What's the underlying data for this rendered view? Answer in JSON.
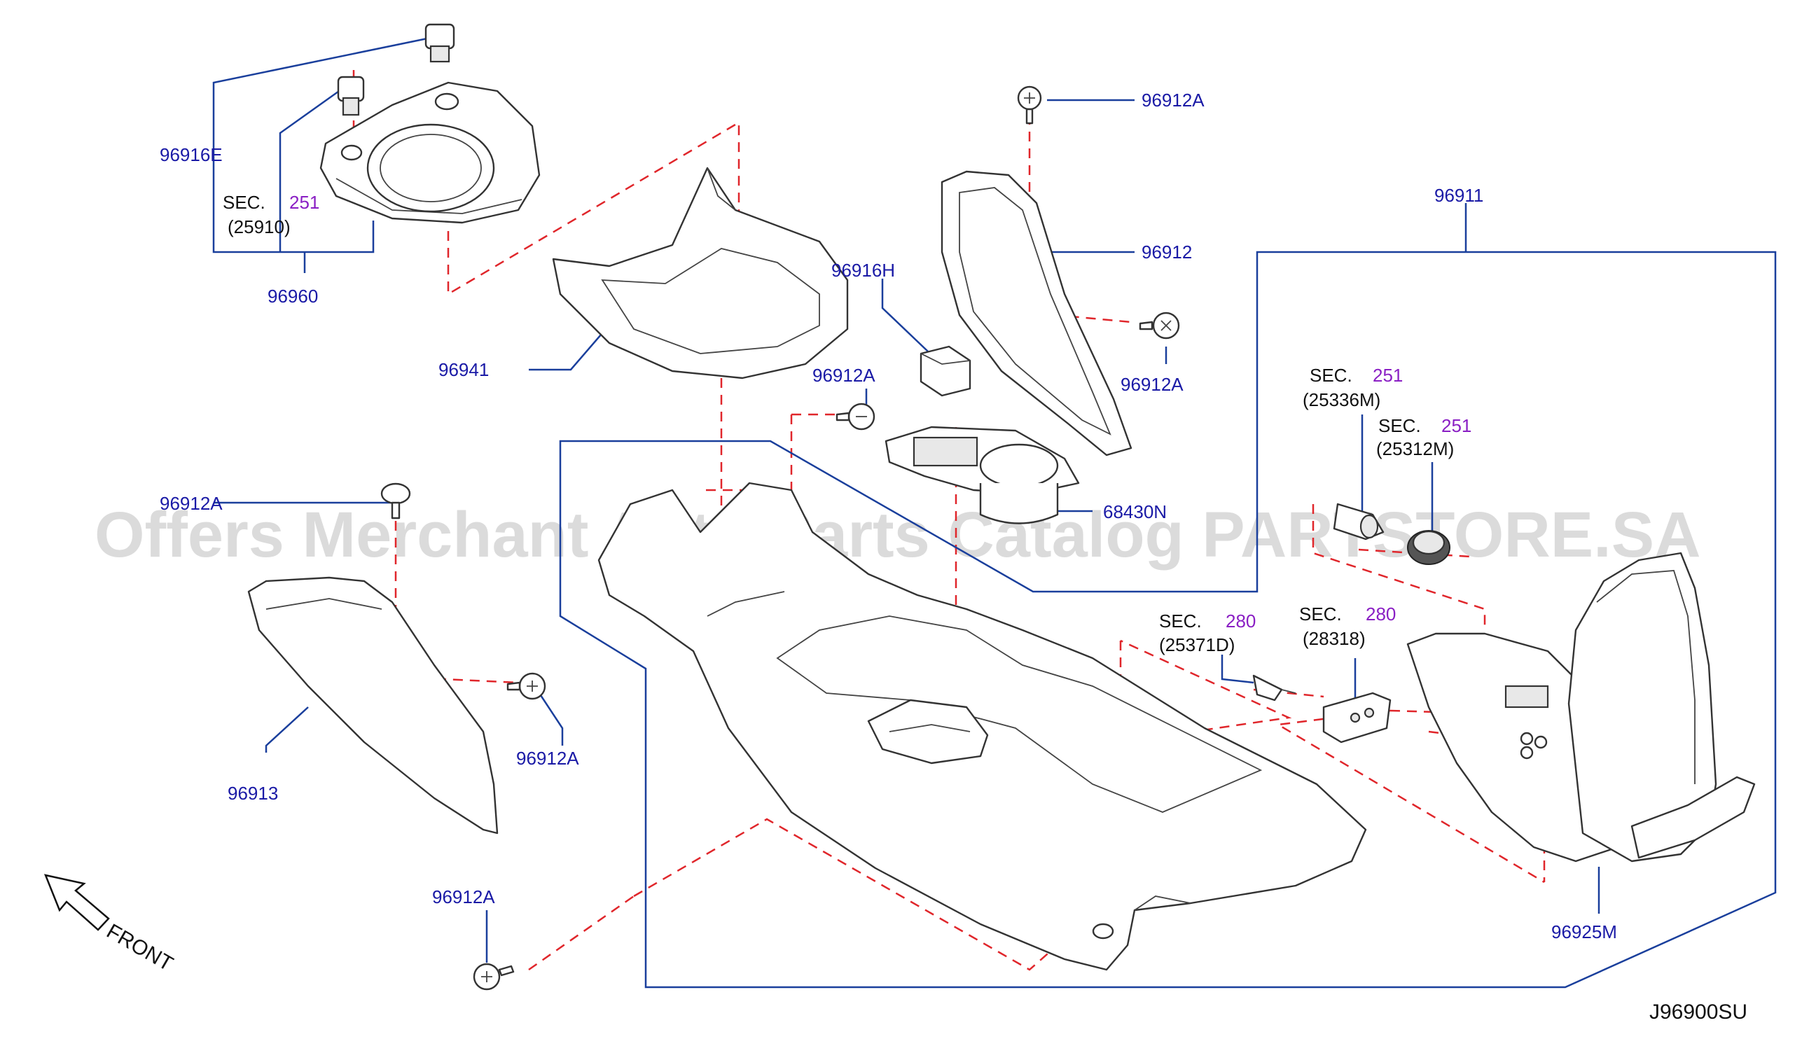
{
  "diagram_code": "J96900SU",
  "watermark": "Offers Merchant Auto Parts Catalog PARTSTORE.SA",
  "front_label": "FRONT",
  "labels": {
    "p96916E": "96916E",
    "p96960": "96960",
    "p96941": "96941",
    "p96912A_top": "96912A",
    "p96912": "96912",
    "p96911": "96911",
    "p96916H": "96916H",
    "p96912A_mid": "96912A",
    "p96912A_right": "96912A",
    "p68430N": "68430N",
    "p96912A_left": "96912A",
    "p96913": "96913",
    "p96912A_side": "96912A",
    "p96912A_bottom": "96912A",
    "p96925M": "96925M"
  },
  "sec_refs": {
    "sec_25910": {
      "sec": "SEC.",
      "num": "251",
      "code": "(25910)"
    },
    "sec_25336M": {
      "sec": "SEC.",
      "num": "251",
      "code": "(25336M)"
    },
    "sec_25312M": {
      "sec": "SEC.",
      "num": "251",
      "code": "(25312M)"
    },
    "sec_25371D": {
      "sec": "SEC.",
      "num": "280",
      "code": "(25371D)"
    },
    "sec_28318": {
      "sec": "SEC.",
      "num": "280",
      "code": "(28318)"
    }
  },
  "colors": {
    "label_blue": "#1a1aa6",
    "sec_purple": "#8a1fc4",
    "leader_blue": "#1a3f9c",
    "dash_red": "#e0262b"
  }
}
